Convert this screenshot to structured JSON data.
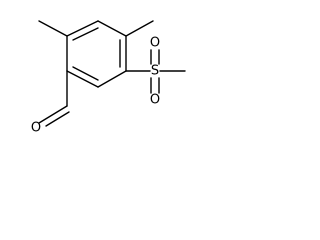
{
  "molecule": {
    "atoms": {
      "aldehyde_oxygen": "O",
      "sulfur": "S",
      "sulfonyl_oxygen_top": "O",
      "sulfonyl_oxygen_bottom": "O"
    }
  }
}
